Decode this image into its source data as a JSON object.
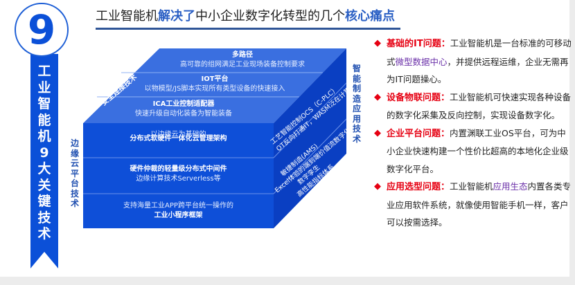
{
  "badge": {
    "number": "9",
    "ribbon_chars": [
      "工",
      "业",
      "智",
      "能",
      "机",
      "9",
      "大",
      "关",
      "键",
      "技",
      "术"
    ]
  },
  "header": {
    "title_parts": [
      {
        "text": "工业智能机",
        "highlight": false
      },
      {
        "text": "解决了",
        "highlight": true
      },
      {
        "text": "中小企业数字化转型的几个",
        "highlight": false
      },
      {
        "text": "核心痛点",
        "highlight": true
      }
    ]
  },
  "cube": {
    "top_label": "安全连接技术",
    "left_label_chars": [
      "边",
      "缘",
      "云",
      "平",
      "台",
      "技",
      "术"
    ],
    "right_label_chars": [
      "智",
      "能",
      "制",
      "造",
      "应",
      "用",
      "技",
      "术"
    ],
    "top_layers": [
      {
        "bold": "多路径",
        "normal": "高可靠的组网满足工业现场装备控制要求"
      },
      {
        "bold": "IOT平台",
        "normal": "以物模型/JS脚本实现所有类型设备的快速接入"
      },
      {
        "bold": "ICA工业控制适配器",
        "normal": "快速升级自动化装备为智能装备"
      }
    ],
    "front_layers": [
      {
        "overlay": "以边缘云为基础的",
        "bold": "分布式软硬件一体化云管理架构"
      },
      {
        "bold": "硬件仲裁的轻量级分布式中间件",
        "normal": "边缘计算技术Serverless等"
      },
      {
        "normal": "支持海量工业APP跨平台统一操作的",
        "bold": "工业小程序框架"
      }
    ],
    "side_layers": [
      {
        "line1": "工艺智能控制OCS（C-PLC）",
        "line2": "OT反向打通IT，WASM泛在计算"
      },
      {
        "line1": "敏捷制造(AMS)",
        "line2": "Excel体验的端到端价值流数字化"
      },
      {
        "line1": "数字孪生",
        "line2": "高性能指标体系"
      }
    ]
  },
  "points": [
    {
      "head": "基础的IT问题：",
      "segments": [
        {
          "t": "工业智能机是一台标准的可移动式"
        },
        {
          "t": "微型数据中心",
          "purple": true
        },
        {
          "t": "，并提供远程运维，企业无需再为IT问题操心。"
        }
      ]
    },
    {
      "head": "设备物联问题：",
      "segments": [
        {
          "t": "工业智能机可快速实现各种设备的数字化采集及反向控制，实现设备数字化。"
        }
      ]
    },
    {
      "head": "企业平台问题：",
      "segments": [
        {
          "t": "内置渊联工业OS平台，可为中小企业快速构建一个性价比超高的本地化企业级数字化平台。"
        }
      ]
    },
    {
      "head": "应用选型问题：",
      "segments": [
        {
          "t": "工业智能机"
        },
        {
          "t": "应用生态",
          "purple": true
        },
        {
          "t": "内置各类专业应用软件系统，就像使用智能手机一样，客户可以按需选择。"
        }
      ]
    }
  ],
  "colors": {
    "brand_blue": "#0b50d8",
    "accent_red": "#e60012",
    "accent_purple": "#6a2fa8",
    "title_blue": "#2a5fc4"
  }
}
